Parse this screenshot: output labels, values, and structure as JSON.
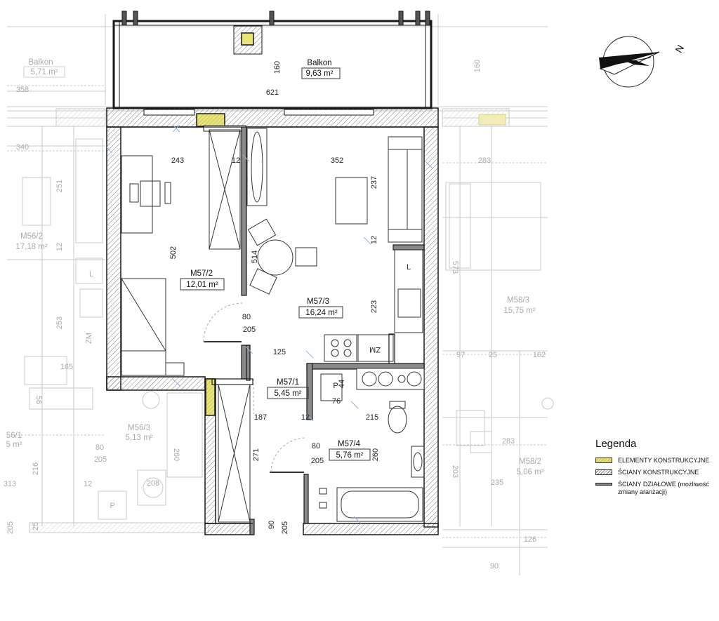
{
  "colors": {
    "wall": "#1a1a1a",
    "hatch": "#6a6a6a",
    "structural_element": "#e8e27a",
    "ghost": "#bdbdbd",
    "partition": "#8a8a8a"
  },
  "compass": {
    "north_label": "N"
  },
  "rooms": {
    "balkon_main": {
      "name": "Balkon",
      "area": "9,63 m²"
    },
    "m57_2": {
      "name": "M57/2",
      "area": "12,01 m²"
    },
    "m57_3": {
      "name": "M57/3",
      "area": "16,24 m²"
    },
    "m57_1": {
      "name": "M57/1",
      "area": "5,45 m²"
    },
    "m57_4": {
      "name": "M57/4",
      "area": "5,76 m²"
    }
  },
  "ghost_rooms": {
    "balkon_left": {
      "name": "Balkon",
      "area": "5,71 m²"
    },
    "m56_2": {
      "name": "M56/2",
      "area": "17,18 m²"
    },
    "m56_3": {
      "name": "M56/3",
      "area": "5,13 m²"
    },
    "m56_1": {
      "name": "56/1",
      "area": "5 m²"
    },
    "m58_3": {
      "name": "M58/3",
      "area": "15,75 m²"
    },
    "m58_2": {
      "name": "M58/2",
      "area": "5,06 m²"
    }
  },
  "dimensions": {
    "balcony_depth": "160",
    "balcony_width": "621",
    "room2_width": "243",
    "wall_12_top": "12",
    "room3_width": "352",
    "room2_depth": "502",
    "wardrobe_514": "514",
    "kitchen_237": "237",
    "kitchen_12": "12",
    "kitchen_223": "223",
    "door_80_a": "80",
    "door_205_a": "205",
    "hall_125": "125",
    "hall_187": "187",
    "hall_12": "12",
    "bath_215": "215",
    "bath_44": "44",
    "bath_76": "76",
    "hall_271": "271",
    "door_80_b": "80",
    "door_205_b": "205",
    "bath_260": "260",
    "door_90": "90",
    "door_205_c": "205"
  },
  "ghost_dimensions": {
    "d358": "358",
    "d340": "340",
    "d251": "251",
    "d12a": "12",
    "d253": "253",
    "d165": "165",
    "d80": "80",
    "d205a": "205",
    "d216": "216",
    "d260": "260",
    "d12b": "12",
    "d208": "208",
    "d313": "313",
    "d205b": "205",
    "d25": "25",
    "d160r": "160",
    "d283a": "283",
    "d573": "573",
    "d97": "97",
    "d25b": "25",
    "d162": "162",
    "d283b": "283",
    "d203": "203",
    "d235": "235",
    "d126": "126",
    "d90": "90"
  },
  "symbols": {
    "zm": "ZM",
    "p": "P",
    "l": "L",
    "ghost_l": "L",
    "ghost_zm": "ZM",
    "ghost_p": "P",
    "ghost_56": "56",
    "ghost_25": "25"
  },
  "legend": {
    "title": "Legenda",
    "items": [
      {
        "swatch": "structural-element",
        "label": "ELEMENTY KONSTRUKCYJNE"
      },
      {
        "swatch": "structural-wall",
        "label": "ŚCIANY KONSTRUKCYJNE"
      },
      {
        "swatch": "partition-wall",
        "label": "ŚCIANY DZIAŁOWE (możliwość zmiany aranżacji)"
      }
    ]
  }
}
